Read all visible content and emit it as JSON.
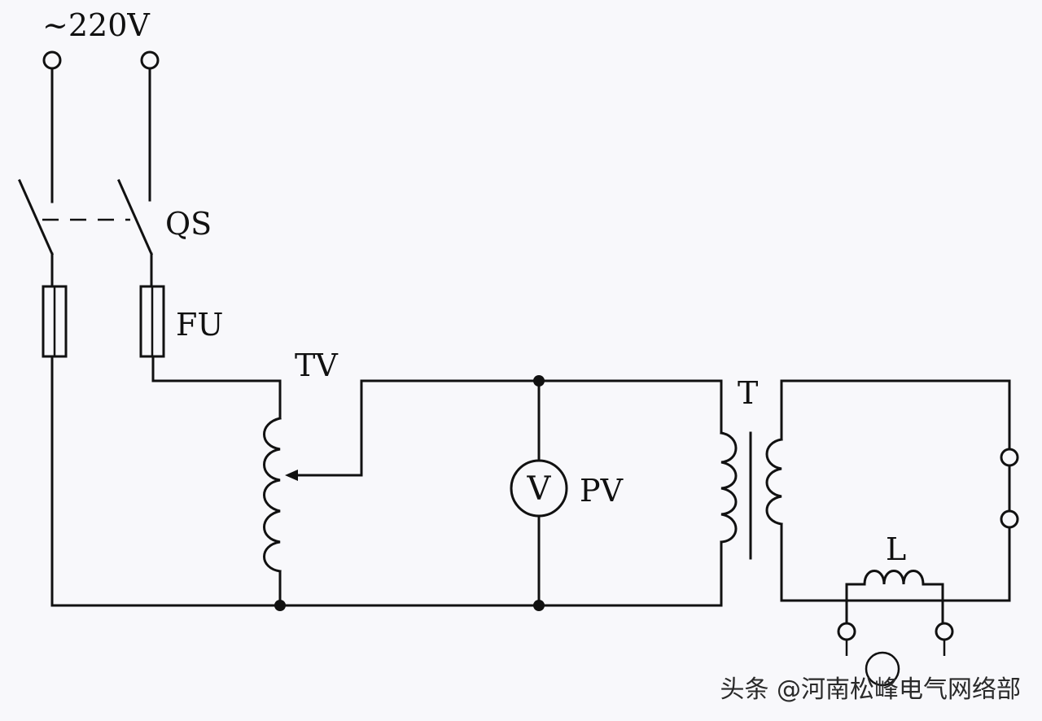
{
  "labels": {
    "supply": "~220V",
    "switch": "QS",
    "fuse": "FU",
    "autotransformer": "TV",
    "transformer": "T",
    "voltmeter": "PV",
    "voltmeter_symbol": "V",
    "inductor": "L"
  },
  "watermark": "头条 @河南松峰电气网络部"
}
